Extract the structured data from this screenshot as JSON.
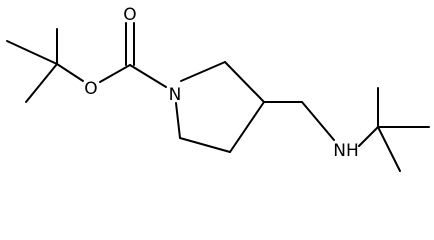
{
  "molecule": {
    "atoms": [
      {
        "symbol": "O"
      },
      {
        "symbol": "O"
      },
      {
        "symbol": "N"
      },
      {
        "symbol": "NH"
      }
    ]
  }
}
